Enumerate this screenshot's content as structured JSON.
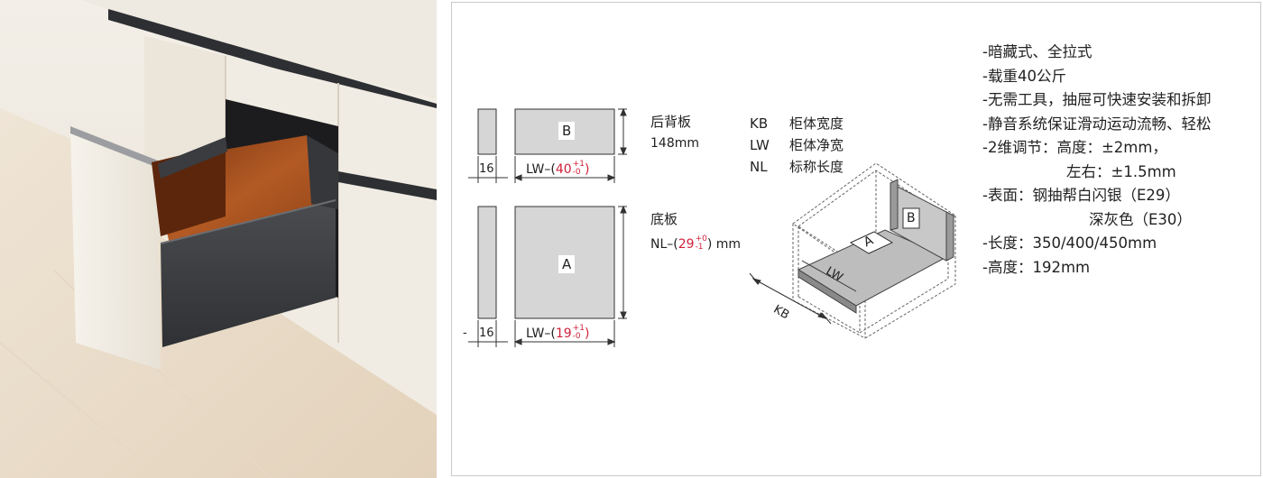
{
  "back_panel": {
    "letter": "B",
    "title": "后背板",
    "height": "148mm",
    "thickness": "16",
    "width_prefix": "LW–(",
    "width_value": "40",
    "tol_plus": "+1",
    "tol_minus": "-0",
    "width_suffix": ")"
  },
  "bottom_panel": {
    "letter": "A",
    "title": "底板",
    "len_prefix": "NL–(",
    "len_value": "29",
    "len_tol_plus": "+0",
    "len_tol_minus": "-1",
    "len_suffix": ")",
    "len_unit": "mm",
    "thickness_dash": "-",
    "thickness": "16",
    "width_prefix": "LW–(",
    "width_value": "19",
    "tol_plus": "+1",
    "tol_minus": "-0",
    "width_suffix": ")"
  },
  "legend": [
    {
      "code": "KB",
      "desc": "柜体宽度"
    },
    {
      "code": "LW",
      "desc": "柜体净宽"
    },
    {
      "code": "NL",
      "desc": "标称长度"
    }
  ],
  "iso_labels": {
    "kb": "KB",
    "lw": "LW",
    "a": "A",
    "b": "B"
  },
  "specs": [
    "-暗藏式、全拉式",
    "-载重40公斤",
    "-无需工具，抽屉可快速安装和拆卸",
    "-静音系统保证滑动运动流畅、轻松",
    "-2维调节：高度：±2mm，",
    "左右：±1.5mm",
    "-表面：钢抽帮白闪银（E29）",
    "深灰色（E30）",
    "-长度：350/400/450mm",
    "-高度：192mm"
  ],
  "colors": {
    "panel_gray": "#d6d6d6",
    "line": "#333333",
    "red": "#d0213b",
    "drawer_dark": "#3b3d40",
    "wood": "#a14a1e"
  }
}
